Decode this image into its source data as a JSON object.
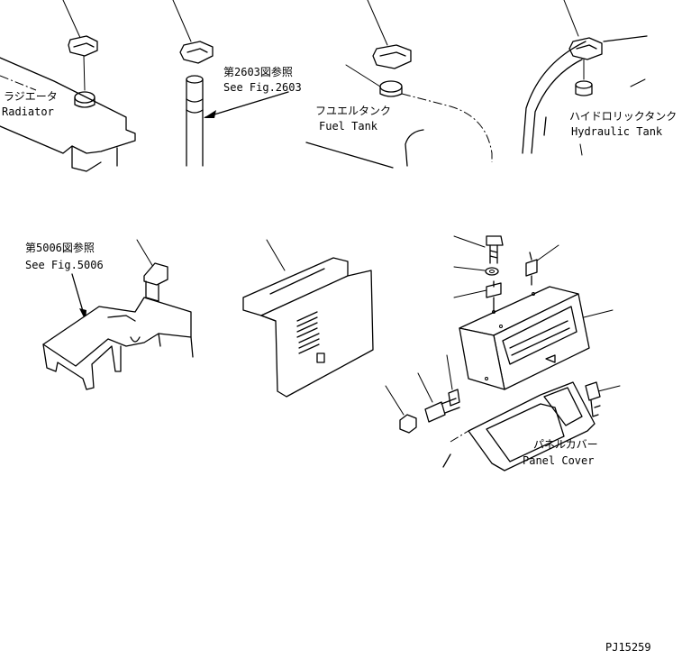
{
  "labels": {
    "radiator_jp": "ラジエータ",
    "radiator_en": "Radiator",
    "fig2603_jp": "第2603図参照",
    "fig2603_en": "See Fig.2603",
    "fuel_tank_jp": "フユエルタンク",
    "fuel_tank_en": "Fuel Tank",
    "hydraulic_jp": "ハイドロリックタンク",
    "hydraulic_en": "Hydraulic Tank",
    "fig5006_jp": "第5006図参照",
    "fig5006_en": "See Fig.5006",
    "panel_cover_jp": "パネルカバー",
    "panel_cover_en": "Panel Cover",
    "drawing_number": "PJ15259"
  }
}
